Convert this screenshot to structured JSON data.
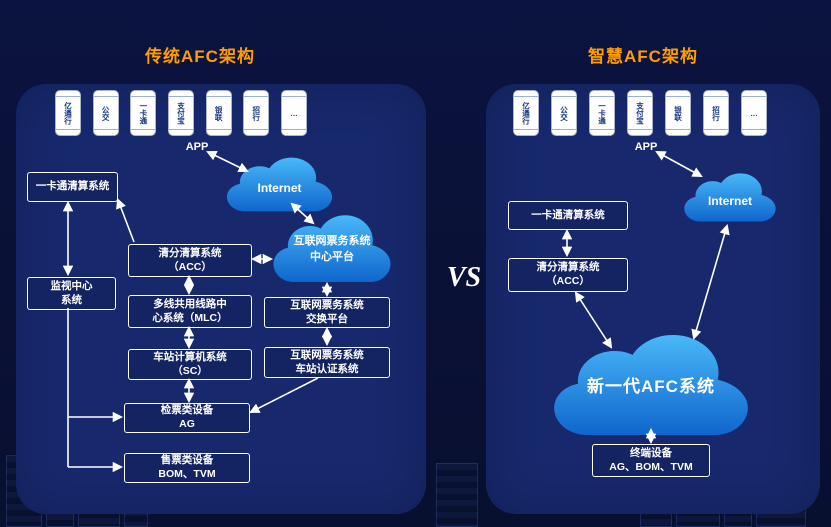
{
  "slide": {
    "vs_label": "VS",
    "colors": {
      "background": "#0a1136",
      "panel": "#17286c",
      "title_orange": "#ff9c00",
      "cloud_top": "#49b8f8",
      "cloud_bottom": "#0f66cd",
      "box_fill": "#142361",
      "box_border": "#ffffff",
      "arrow": "#ffffff",
      "phone_text": "#17357f"
    }
  },
  "left": {
    "title": "传统AFC架构",
    "phones": [
      "亿通行",
      "公交",
      "一卡通",
      "支付宝",
      "银联",
      "招行",
      "…"
    ],
    "app_label": "APP",
    "internet_cloud": "Internet",
    "center_cloud": [
      "互联网票务系统",
      "中心平台"
    ],
    "boxes": {
      "yikatong": [
        "一卡通清算系统"
      ],
      "acc": [
        "清分清算系统",
        "（ACC）"
      ],
      "monitor": [
        "监视中心",
        "系统"
      ],
      "mlc": [
        "多线共用线路中",
        "心系统（MLC）"
      ],
      "sc": [
        "车站计算机系统",
        "（SC）"
      ],
      "exchange": [
        "互联网票务系统",
        "交换平台"
      ],
      "auth": [
        "互联网票务系统",
        "车站认证系统"
      ],
      "ag": [
        "检票类设备",
        "AG"
      ],
      "bom": [
        "售票类设备",
        "BOM、TVM"
      ]
    }
  },
  "right": {
    "title": "智慧AFC架构",
    "phones": [
      "亿通行",
      "公交",
      "一卡通",
      "支付宝",
      "银联",
      "招行",
      "…"
    ],
    "app_label": "APP",
    "internet_cloud": "Internet",
    "afc_cloud": "新一代AFC系统",
    "boxes": {
      "yikatong": [
        "一卡通清算系统"
      ],
      "acc": [
        "清分清算系统",
        "（ACC）"
      ],
      "terminal": [
        "终端设备",
        "AG、BOM、TVM"
      ]
    }
  }
}
